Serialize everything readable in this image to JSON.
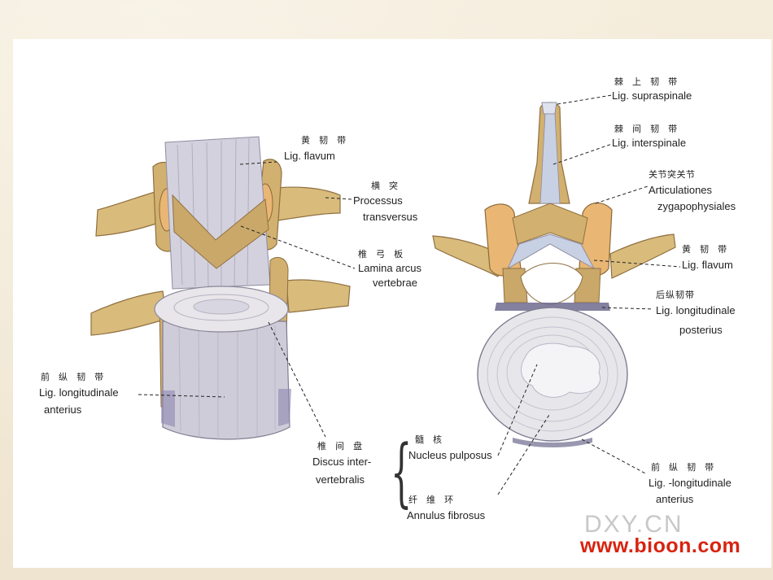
{
  "labels": {
    "lig_flavum_left": {
      "zh": "黄 韧 带",
      "en": "Lig. flavum"
    },
    "processus": {
      "zh": "横 突",
      "en1": "Processus",
      "en2": "transversus"
    },
    "lamina": {
      "zh": "椎 弓 板",
      "en1": "Lamina arcus",
      "en2": "vertebrae"
    },
    "lig_long_ant_left": {
      "zh": "前 纵 韧 带",
      "en1": "Lig. longitudinale",
      "en2": "anterius"
    },
    "discus": {
      "zh": "椎 间 盘",
      "en1": "Discus inter-",
      "en2": "vertebralis"
    },
    "nucleus": {
      "zh": "髓 核",
      "en": "Nucleus pulposus"
    },
    "annulus": {
      "zh": "纤 维 环",
      "en": "Annulus fibrosus"
    },
    "supraspinale": {
      "zh": "棘 上 韧 带",
      "en": "Lig. supraspinale"
    },
    "interspinale": {
      "zh": "棘 间 韧 带",
      "en": "Lig. interspinale"
    },
    "articulationes": {
      "zh": "关节突关节",
      "en1": "Articulationes",
      "en2": "zygapophysiales"
    },
    "lig_flavum_right": {
      "zh": "黄 韧 带",
      "en": "Lig. flavum"
    },
    "lig_long_post": {
      "zh": "后纵韧带",
      "en1": "Lig. longitudinale",
      "en2": "posterius"
    },
    "lig_long_ant_right": {
      "zh": "前 纵 韧 带",
      "en1": "Lig. -longitudinale",
      "en2": "anterius"
    }
  },
  "watermark": {
    "faded": "DXY.CN",
    "site": "www.bioon.com"
  },
  "colors": {
    "bone": "#d9bb7c",
    "bone_dark": "#a9874d",
    "ligament": "#c9c8d6",
    "disc": "#e8e6ea",
    "cancellous": "#e9b674",
    "site_red": "#d8230f"
  }
}
